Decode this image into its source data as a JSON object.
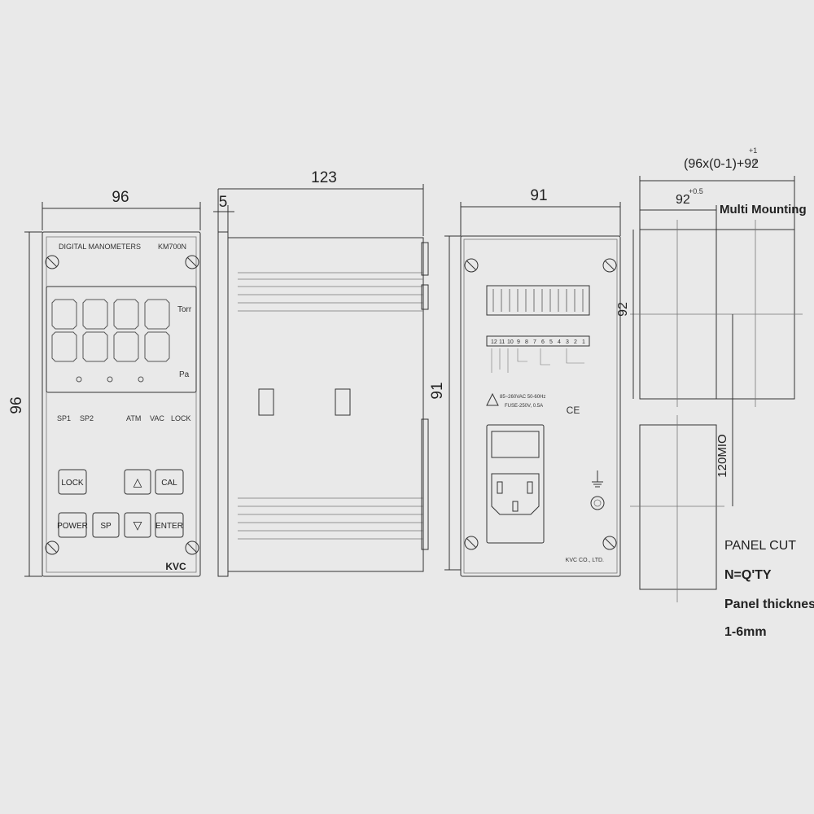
{
  "front_view": {
    "width_dim": "96",
    "height_dim": "96",
    "title": "DIGITAL MANOMETERS",
    "model": "KM700N",
    "unit_torr": "Torr",
    "unit_pa": "Pa",
    "indicators": [
      "SP1",
      "SP2",
      "ATM",
      "VAC",
      "LOCK"
    ],
    "buttons": {
      "lock": "LOCK",
      "up": "△",
      "cal": "CAL",
      "power": "POWER",
      "sp": "SP",
      "down": "▽",
      "enter": "ENTER"
    },
    "brand": "KVC"
  },
  "side_view": {
    "length_dim": "123",
    "front_dim": "5"
  },
  "rear_view": {
    "width_dim": "91",
    "height_dim": "91",
    "terminal_numbers": [
      "12",
      "11",
      "10",
      "9",
      "8",
      "7",
      "6",
      "5",
      "4",
      "3",
      "2",
      "1"
    ],
    "power_rating": "85~260VAC  50-60Hz",
    "fuse_rating": "FUSE-250V, 0.5A",
    "ce_mark": "CE",
    "company": "KVC CO., LTD."
  },
  "panel_cut": {
    "top_dim": "(96x(0-1)+92",
    "top_tol_plus": "+1",
    "top_tol_zero": "0",
    "inner_dim": "92",
    "inner_tol": "+0.5",
    "multi_mounting": "Multi Mounting",
    "height_dim": "92",
    "min_dim": "120MIO",
    "note_title": "PANEL CUT",
    "note_qty": "N=Q'TY",
    "note_thickness": "Panel thicknes",
    "note_range": "1-6mm"
  }
}
